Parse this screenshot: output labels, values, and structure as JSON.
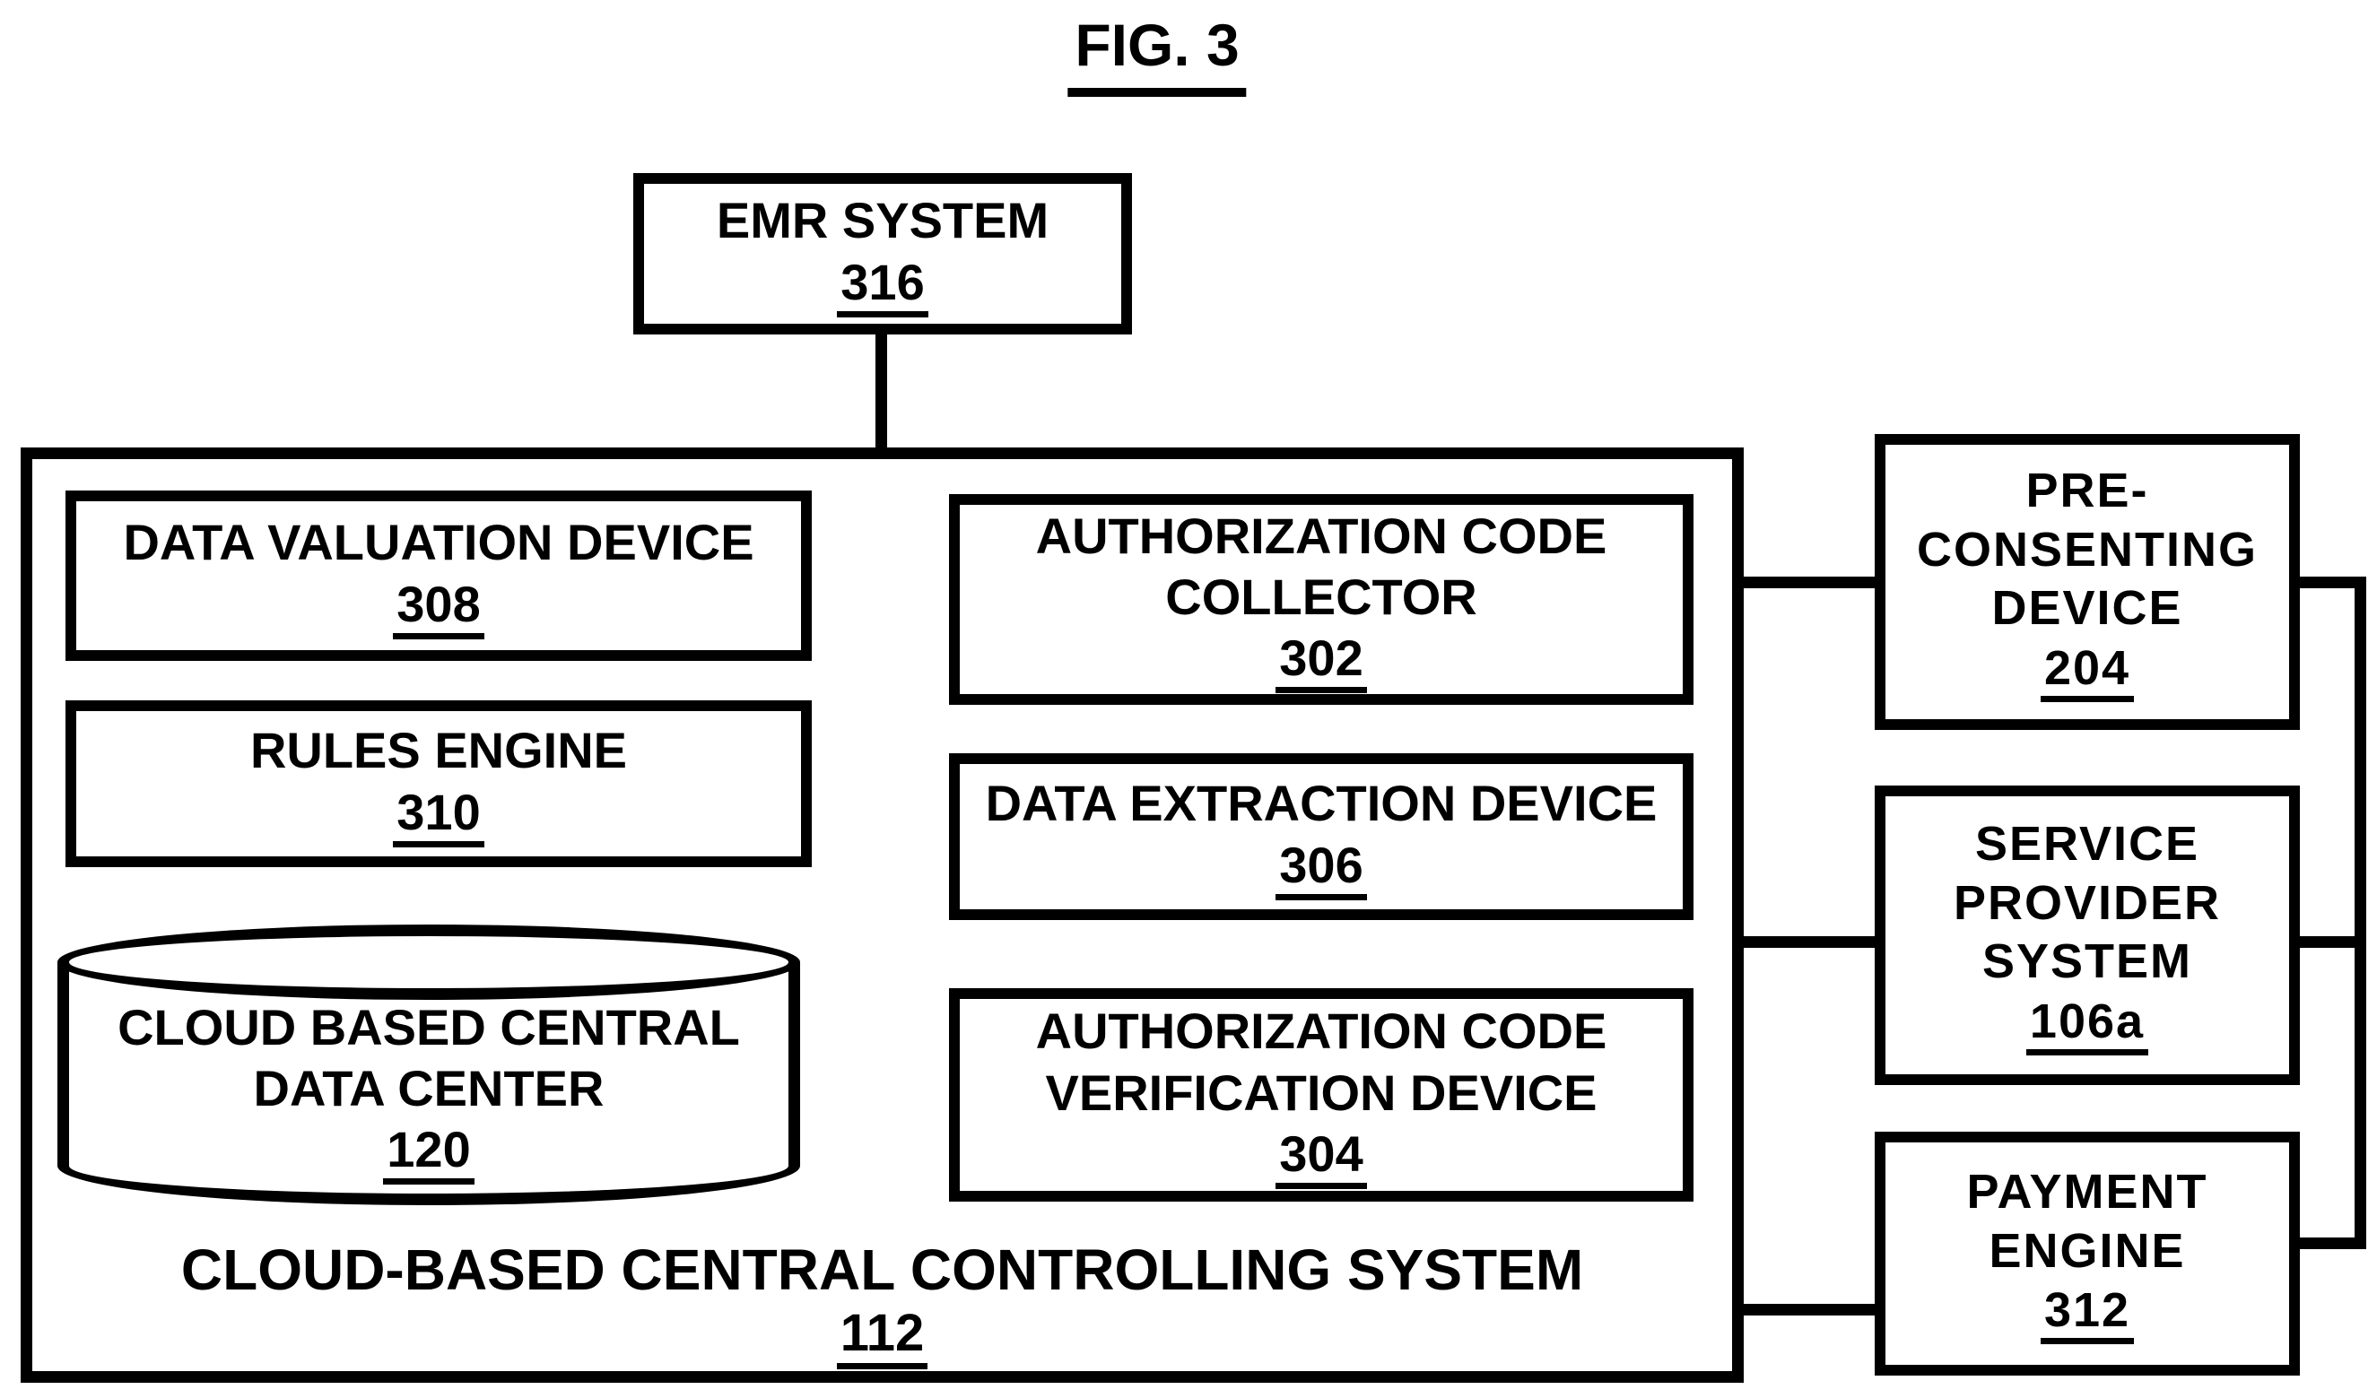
{
  "figure": {
    "title": "FIG. 3"
  },
  "colors": {
    "ink": "#000000",
    "background": "#ffffff"
  },
  "nodes": {
    "emr": {
      "lines": [
        "EMR SYSTEM"
      ],
      "ref": "316"
    },
    "main": {
      "lines": [
        "CLOUD-BASED CENTRAL CONTROLLING SYSTEM"
      ],
      "ref": "112"
    },
    "data_valuation": {
      "lines": [
        "DATA VALUATION DEVICE"
      ],
      "ref": "308"
    },
    "rules_engine": {
      "lines": [
        "RULES ENGINE"
      ],
      "ref": "310"
    },
    "data_center": {
      "shape": "cylinder",
      "lines": [
        "CLOUD BASED CENTRAL",
        "DATA CENTER"
      ],
      "ref": "120"
    },
    "auth_collector": {
      "lines": [
        "AUTHORIZATION CODE",
        "COLLECTOR"
      ],
      "ref": "302"
    },
    "data_extraction": {
      "lines": [
        "DATA EXTRACTION DEVICE"
      ],
      "ref": "306"
    },
    "auth_verification": {
      "lines": [
        "AUTHORIZATION CODE",
        "VERIFICATION DEVICE"
      ],
      "ref": "304"
    },
    "pre_consenting": {
      "lines": [
        "PRE-",
        "CONSENTING",
        "DEVICE"
      ],
      "ref": "204"
    },
    "service_provider": {
      "lines": [
        "SERVICE",
        "PROVIDER",
        "SYSTEM"
      ],
      "ref": "106a"
    },
    "payment_engine": {
      "lines": [
        "PAYMENT",
        "ENGINE"
      ],
      "ref": "312"
    }
  },
  "edges": [
    {
      "from": "EMR SYSTEM 316",
      "to": "CLOUD-BASED CENTRAL CONTROLLING SYSTEM 112"
    },
    {
      "from": "CLOUD-BASED CENTRAL CONTROLLING SYSTEM 112",
      "to": "PRE-CONSENTING DEVICE 204"
    },
    {
      "from": "CLOUD-BASED CENTRAL CONTROLLING SYSTEM 112",
      "to": "SERVICE PROVIDER SYSTEM 106a"
    },
    {
      "from": "CLOUD-BASED CENTRAL CONTROLLING SYSTEM 112",
      "to": "PAYMENT ENGINE 312"
    },
    {
      "from": "PRE-CONSENTING DEVICE 204",
      "to": "PAYMENT ENGINE 312",
      "via": "right vertical bus"
    },
    {
      "from": "SERVICE PROVIDER SYSTEM 106a",
      "to": "right vertical bus"
    }
  ]
}
